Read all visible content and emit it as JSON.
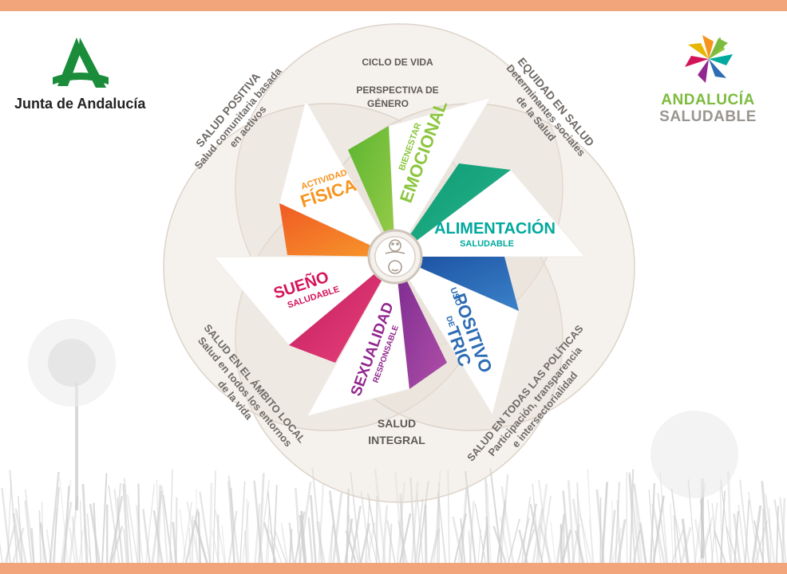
{
  "colors": {
    "band": "#f2a57a",
    "circle_fill": "#e8e1d8",
    "circle_stroke": "#ddd4ca",
    "hub_ring": "#cfc5ba",
    "gray_text": "#6f6a66",
    "grass": "#cfcfcf",
    "junta_green": "#1a8c3a"
  },
  "logos": {
    "junta": {
      "name": "Junta de Andalucía"
    },
    "andalucia_saludable": {
      "line1": "ANDALUCÍA",
      "line2": "SALUDABLE",
      "color1": "#7dbb3f",
      "color2": "#9a9590"
    }
  },
  "center_labels": {
    "top1": "CICLO DE VIDA",
    "top2": "PERSPECTIVA DE",
    "top3": "GÉNERO",
    "bottom1": "SALUD",
    "bottom2": "INTEGRAL"
  },
  "corner_labels": {
    "top_left": [
      "SALUD POSITIVA",
      "Salud comunitaria basada",
      "en activos"
    ],
    "top_right": [
      "EQUIDAD EN SALUD",
      "Determinantes sociales",
      "de la Salud"
    ],
    "bottom_left": [
      "SALUD EN EL ÁMBITO LOCAL",
      "Salud en todos los entornos",
      "de la vida"
    ],
    "bottom_right": [
      "SALUD EN TODAS LAS POLÍTICAS",
      "Participación, transparencia",
      "e intersectorialidad"
    ]
  },
  "blades": [
    {
      "id": "actividad-fisica",
      "small": "ACTIVIDAD",
      "big": "FÍSICA",
      "color": "#f7941d"
    },
    {
      "id": "bienestar-emocional",
      "small": "BIENESTAR",
      "big": "EMOCIONAL",
      "color": "#8cc63f"
    },
    {
      "id": "alimentacion",
      "big": "ALIMENTACIÓN",
      "small": "SALUDABLE",
      "color": "#00a99d"
    },
    {
      "id": "uso-positivo-tric",
      "small": "USO",
      "big": "POSITIVO",
      "small2": "DE",
      "big2": "TRIC",
      "color": "#2e6db4"
    },
    {
      "id": "sexualidad",
      "big": "SEXUALIDAD",
      "small": "RESPONSABLE",
      "color": "#92278f"
    },
    {
      "id": "sueno",
      "big": "SUEÑO",
      "small": "SALUDABLE",
      "color": "#d4145a"
    }
  ]
}
